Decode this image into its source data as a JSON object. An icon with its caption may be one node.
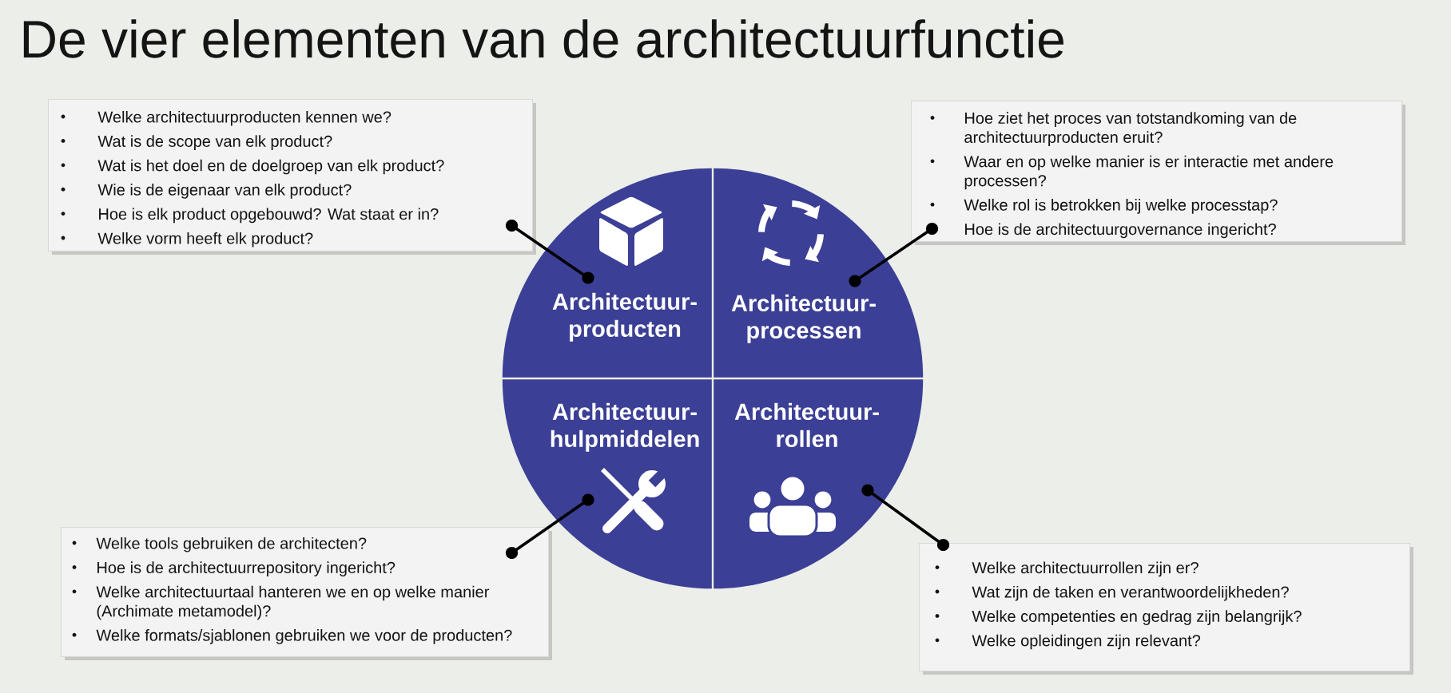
{
  "diagram": {
    "title": "De vier elementen van de architectuurfunctie",
    "nodes": [
      {
        "text": [
          "Welke architectuurproducten kennen we?",
          "Wat is de scope van elk product?",
          "Wat is het doel en de doelgroep van elk product?",
          "Wie is de eigenaar van elk product?",
          "Hoe is elk product opgebouwd? Wat staat er in?",
          "Welke vorm heeft elk product?"
        ]
      },
      {
        "text": [
          "Hoe ziet het proces van totstandkoming van de architectuurproducten eruit?",
          "Waar en op welke manier is er interactie met andere processen?",
          "Welke rol is betrokken bij welke processtap?",
          "Hoe is de architectuurgovernance ingericht?"
        ]
      },
      {
        "text": [
          "Architectuur- producten"
        ]
      },
      {
        "text": [
          "Architectuur- processen"
        ]
      },
      {
        "text": [
          "Architectuur- hulpmiddelen"
        ]
      },
      {
        "text": [
          "Architectuur- rollen"
        ]
      },
      {
        "text": [
          "Welke tools gebruiken de architecten?",
          "Hoe is de architectuurrepository ingericht?",
          "Welke architectuurtaal hanteren we en op welke manier (Archimate metamodel)?",
          "Welke formats/sjablonen gebruiken we voor de producten?"
        ]
      },
      {
        "text": [
          "Welke architectuurrollen zijn er?",
          "Wat zijn de taken en verantwoordelijkheden?",
          "Welke competenties en gedrag zijn belangrijk?",
          "Welke opleidingen zijn relevant?"
        ]
      }
    ],
    "edges": [
      {
        "from": 0,
        "to": 2,
        "arrow": "other"
      },
      {
        "from": 1,
        "to": 3,
        "arrow": "other"
      },
      {
        "from": 6,
        "to": 4,
        "arrow": "other"
      },
      {
        "from": 7,
        "to": 5,
        "arrow": "other"
      }
    ]
  }
}
